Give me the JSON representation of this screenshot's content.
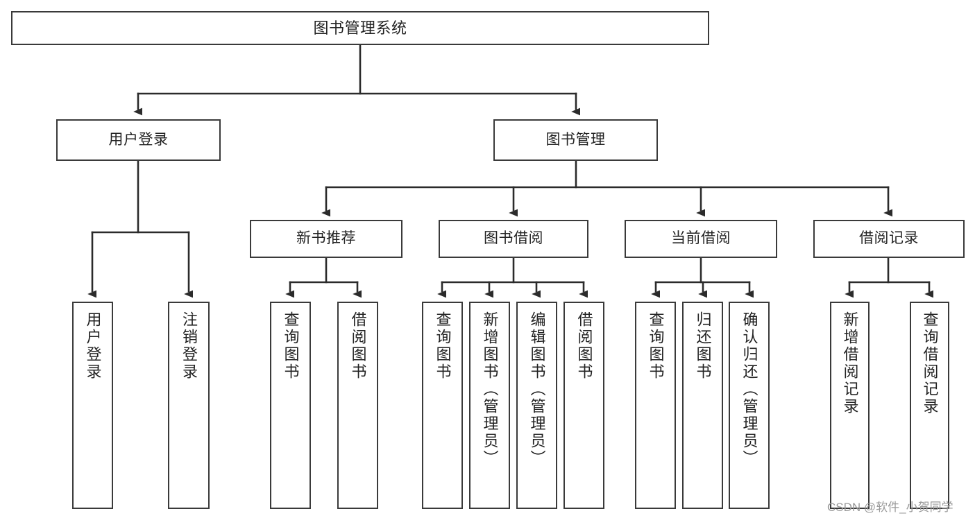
{
  "diagram": {
    "type": "tree-hierarchy",
    "orientation": "top-down",
    "root": {
      "label": "图书管理系统"
    },
    "level2": [
      {
        "label": "用户登录"
      },
      {
        "label": "图书管理"
      }
    ],
    "level3": [
      {
        "label": "新书推荐"
      },
      {
        "label": "图书借阅"
      },
      {
        "label": "当前借阅"
      },
      {
        "label": "借阅记录"
      }
    ],
    "leaves": {
      "user_login": [
        {
          "label": "用户登录"
        },
        {
          "label": "注销登录"
        }
      ],
      "new_book_recommend": [
        {
          "label": "查询图书"
        },
        {
          "label": "借阅图书"
        }
      ],
      "book_borrow": [
        {
          "label": "查询图书"
        },
        {
          "label": "新增图书（管理员）"
        },
        {
          "label": "编辑图书（管理员）"
        },
        {
          "label": "借阅图书"
        }
      ],
      "current_borrow": [
        {
          "label": "查询图书"
        },
        {
          "label": "归还图书"
        },
        {
          "label": "确认归还（管理员）"
        }
      ],
      "borrow_records": [
        {
          "label": "新增借阅记录"
        },
        {
          "label": "查询借阅记录"
        }
      ]
    }
  },
  "watermark": {
    "text": "CSDN @软件_小贺同学"
  },
  "colors": {
    "box_border": "#3a3a3a",
    "box_fill": "#ffffff",
    "line": "#2b2b2b",
    "text": "#232323",
    "watermark": "#9a9a9a",
    "background": "#ffffff"
  }
}
